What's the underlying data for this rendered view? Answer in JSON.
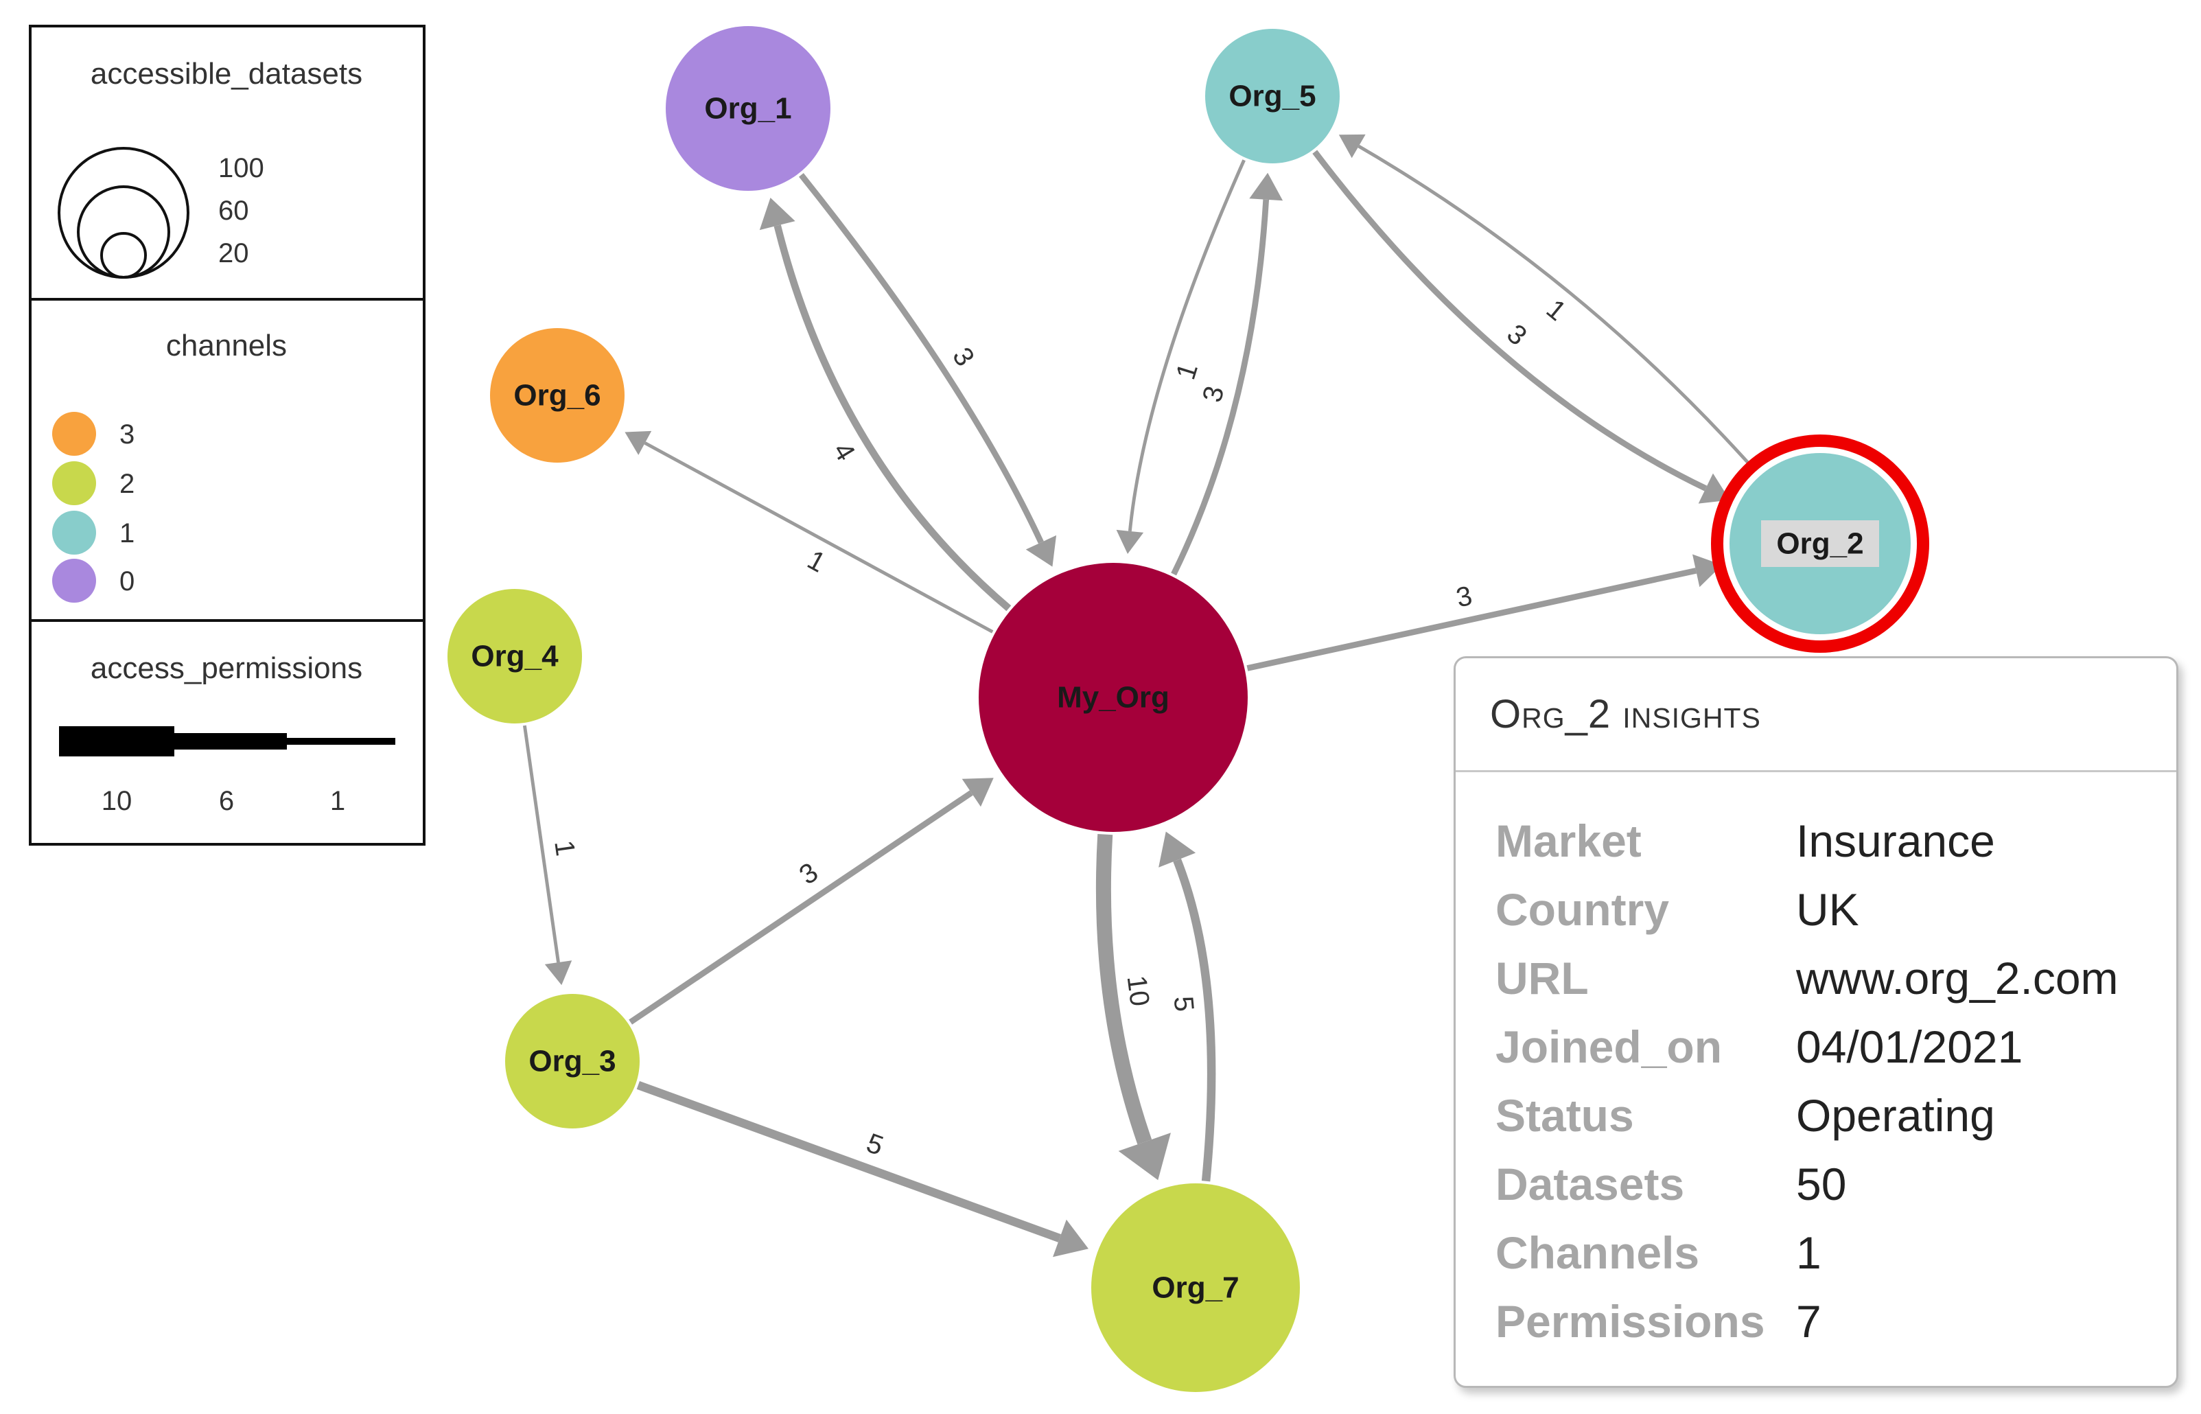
{
  "legend": {
    "datasets": {
      "title": "accessible_datasets",
      "values": [
        "100",
        "60",
        "20"
      ]
    },
    "channels": {
      "title": "channels",
      "items": [
        {
          "label": "3",
          "color": "#F8A23E"
        },
        {
          "label": "2",
          "color": "#C8D84C"
        },
        {
          "label": "1",
          "color": "#88CDCB"
        },
        {
          "label": "0",
          "color": "#A988DE"
        }
      ]
    },
    "permissions": {
      "title": "access_permissions",
      "values": [
        "10",
        "6",
        "1"
      ]
    }
  },
  "nodes": [
    {
      "id": "My_Org",
      "label": "My_Org",
      "color": "#A5003A"
    },
    {
      "id": "Org_1",
      "label": "Org_1",
      "color": "#A988DE"
    },
    {
      "id": "Org_2",
      "label": "Org_2",
      "color": "#88CDCB",
      "selected": true,
      "highlight_color": "#EE0000"
    },
    {
      "id": "Org_3",
      "label": "Org_3",
      "color": "#C8D84C"
    },
    {
      "id": "Org_4",
      "label": "Org_4",
      "color": "#C8D84C"
    },
    {
      "id": "Org_5",
      "label": "Org_5",
      "color": "#88CDCB"
    },
    {
      "id": "Org_6",
      "label": "Org_6",
      "color": "#F8A23E"
    },
    {
      "id": "Org_7",
      "label": "Org_7",
      "color": "#C8D84C"
    }
  ],
  "edges": [
    {
      "from": "My_Org",
      "to": "Org_1",
      "label": "4",
      "weight": 4
    },
    {
      "from": "Org_1",
      "to": "My_Org",
      "label": "3",
      "weight": 3
    },
    {
      "from": "My_Org",
      "to": "Org_5",
      "label": "3",
      "weight": 3
    },
    {
      "from": "Org_5",
      "to": "My_Org",
      "label": "1",
      "weight": 1
    },
    {
      "from": "Org_5",
      "to": "Org_2",
      "label": "3",
      "weight": 3
    },
    {
      "from": "Org_2",
      "to": "Org_5",
      "label": "1",
      "weight": 1
    },
    {
      "from": "My_Org",
      "to": "Org_6",
      "label": "1",
      "weight": 1
    },
    {
      "from": "My_Org",
      "to": "Org_2",
      "label": "3",
      "weight": 3
    },
    {
      "from": "Org_4",
      "to": "Org_3",
      "label": "1",
      "weight": 1
    },
    {
      "from": "Org_3",
      "to": "My_Org",
      "label": "3",
      "weight": 3
    },
    {
      "from": "Org_3",
      "to": "Org_7",
      "label": "5",
      "weight": 5
    },
    {
      "from": "My_Org",
      "to": "Org_7",
      "label": "10",
      "weight": 10
    },
    {
      "from": "Org_7",
      "to": "My_Org",
      "label": "5",
      "weight": 5
    }
  ],
  "insights": {
    "title": "Org_2 insights",
    "rows": [
      {
        "key": "Market",
        "value": "Insurance"
      },
      {
        "key": "Country",
        "value": "UK"
      },
      {
        "key": "URL",
        "value": "www.org_2.com"
      },
      {
        "key": "Joined_on",
        "value": "04/01/2021"
      },
      {
        "key": "Status",
        "value": "Operating"
      },
      {
        "key": "Datasets",
        "value": "50"
      },
      {
        "key": "Channels",
        "value": "1"
      },
      {
        "key": "Permissions",
        "value": "7"
      }
    ]
  }
}
